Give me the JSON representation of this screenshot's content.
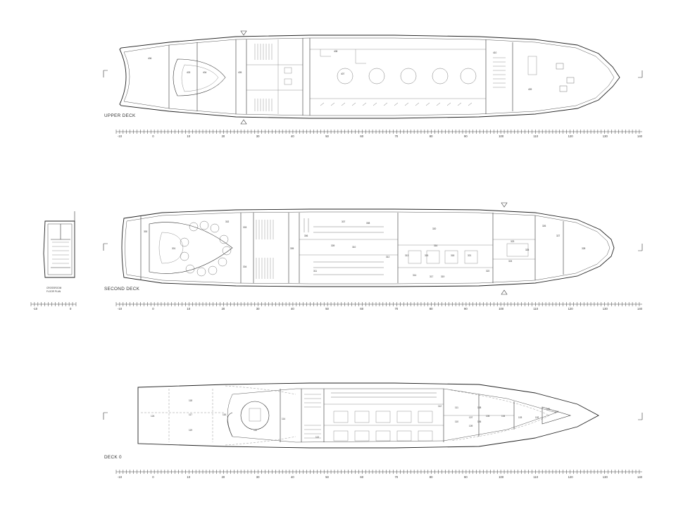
{
  "decks": {
    "upper": {
      "label": "UPPER DECK"
    },
    "second": {
      "label": "SECOND DECK"
    },
    "deck0": {
      "label": "DECK 0"
    }
  },
  "inset": {
    "label_line1": "CROSSROOM",
    "label_line2": "FLOOR PLAN"
  },
  "scale": {
    "ticks": [
      "-10",
      "0",
      "10",
      "20",
      "30",
      "40",
      "50",
      "60",
      "70",
      "80",
      "90",
      "100",
      "110",
      "120",
      "130",
      "140"
    ],
    "inset_ticks": [
      "-10",
      "0"
    ]
  },
  "rooms": {
    "upper": [
      "403",
      "404",
      "405",
      "406",
      "407",
      "408",
      "409",
      "410"
    ],
    "second": [
      "300",
      "301",
      "302",
      "303",
      "304",
      "305",
      "306",
      "307",
      "308",
      "309",
      "310",
      "311",
      "312",
      "313",
      "314",
      "315",
      "316",
      "317",
      "318",
      "319",
      "320",
      "321",
      "322",
      "323",
      "324",
      "325",
      "326",
      "327",
      "328"
    ],
    "deck0": [
      "101",
      "102",
      "103",
      "104",
      "105",
      "106",
      "107",
      "108",
      "109",
      "110",
      "111",
      "112",
      "113",
      "114",
      "115",
      "116",
      "117",
      "118",
      "119",
      "120",
      "124"
    ]
  },
  "colors": {
    "line": "#222222",
    "paper": "#ffffff"
  }
}
